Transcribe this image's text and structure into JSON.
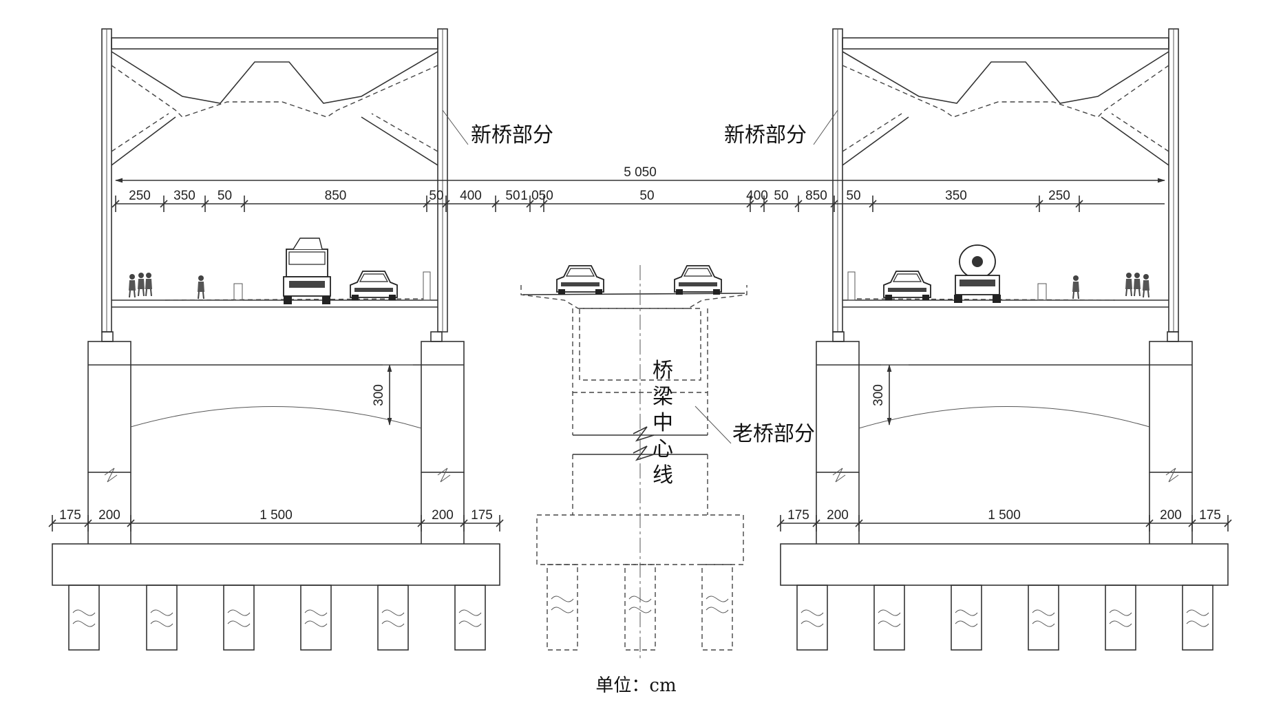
{
  "labels": {
    "new_bridge_left": "新桥部分",
    "new_bridge_right": "新桥部分",
    "old_bridge": "老桥部分",
    "centerline": "桥梁中心线",
    "unit": "单位：cm"
  },
  "dimensions": {
    "overall_width": "5 050",
    "deck_segments": [
      "250",
      "350",
      "50",
      "850",
      "50",
      "400",
      "50",
      "1 050",
      "50",
      "400",
      "50",
      "850",
      "50",
      "350",
      "250"
    ],
    "pier_left": [
      "175",
      "200",
      "1 500",
      "200",
      "175"
    ],
    "pier_right": [
      "175",
      "200",
      "1 500",
      "200",
      "175"
    ],
    "arch_rise_left": "300",
    "arch_rise_right": "300"
  }
}
